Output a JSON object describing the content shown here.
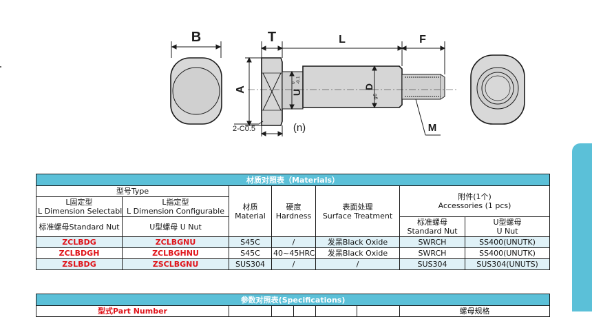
{
  "drawing": {
    "dims": {
      "B": "B",
      "T": "T",
      "L": "L",
      "F": "F",
      "A": "A",
      "U": "U",
      "U_tol_upper": "0",
      "U_tol_lower": "-0.1",
      "D": "D",
      "D_fit": "g6",
      "chamfer": "2-C0.5",
      "n": "(n)",
      "M": "M"
    }
  },
  "materials": {
    "title": "材质对照表（Materials）",
    "type_header": "型号Type",
    "col_l_fixed": [
      "L固定型",
      "L Dimension Selectable"
    ],
    "col_l_config": [
      "L指定型",
      "L Dimension Configurable"
    ],
    "sub_std_nut": "标准螺母Standard Nut",
    "sub_u_nut": "U型螺母 U Nut",
    "col_material": [
      "材质",
      "Material"
    ],
    "col_hardness": [
      "硬度",
      "Hardness"
    ],
    "col_surface": [
      "表面处理",
      "Surface Treatment"
    ],
    "col_accessories": [
      "附件(1个)",
      "Accessories (1 pcs)"
    ],
    "acc_std": [
      "标准螺母",
      "Standard Nut"
    ],
    "acc_u": [
      "U型螺母",
      "U Nut"
    ],
    "rows": [
      {
        "fixed": "ZCLBDG",
        "config": "ZCLBGNU",
        "material": "S45C",
        "hardness": "/",
        "surface": "发黑Black Oxide",
        "std": "SWRCH",
        "u": "SS400(UNUTK)"
      },
      {
        "fixed": "ZCLBDGH",
        "config": "ZCLBGHNU",
        "material": "S45C",
        "hardness": "40~45HRC",
        "surface": "发黑Black Oxide",
        "std": "SWRCH",
        "u": "SS400(UNUTK)"
      },
      {
        "fixed": "ZSLBDG",
        "config": "ZSCLBGNU",
        "material": "SUS304",
        "hardness": "/",
        "surface": "/",
        "std": "SUS304",
        "u": "SUS304(UNUTS)"
      }
    ]
  },
  "specifications": {
    "title": "参数对照表(Specifications)",
    "partial_left": "型式Part Number",
    "partial_right": "螺母规格"
  },
  "colors": {
    "accent": "#5bc0d8",
    "red_text": "#e0141a",
    "part_fill": "#d6d6d6",
    "stroke": "#1a1a1a"
  }
}
